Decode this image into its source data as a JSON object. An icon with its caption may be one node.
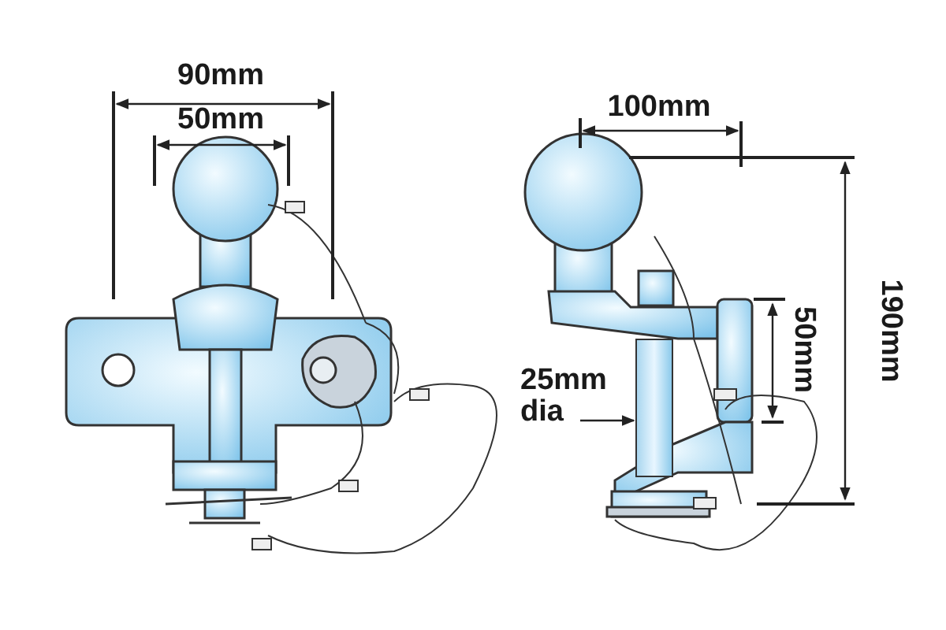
{
  "diagram": {
    "nodes": [
      {
        "text": [
          "25mm dia"
        ]
      },
      {
        "text": [],
        "shape": "bar"
      }
    ],
    "edges": [
      {
        "from": 0,
        "to": 1,
        "arrow": "to"
      }
    ],
    "labels": [
      "90mm",
      "50mm",
      "100mm",
      "190mm",
      "50mm"
    ]
  }
}
